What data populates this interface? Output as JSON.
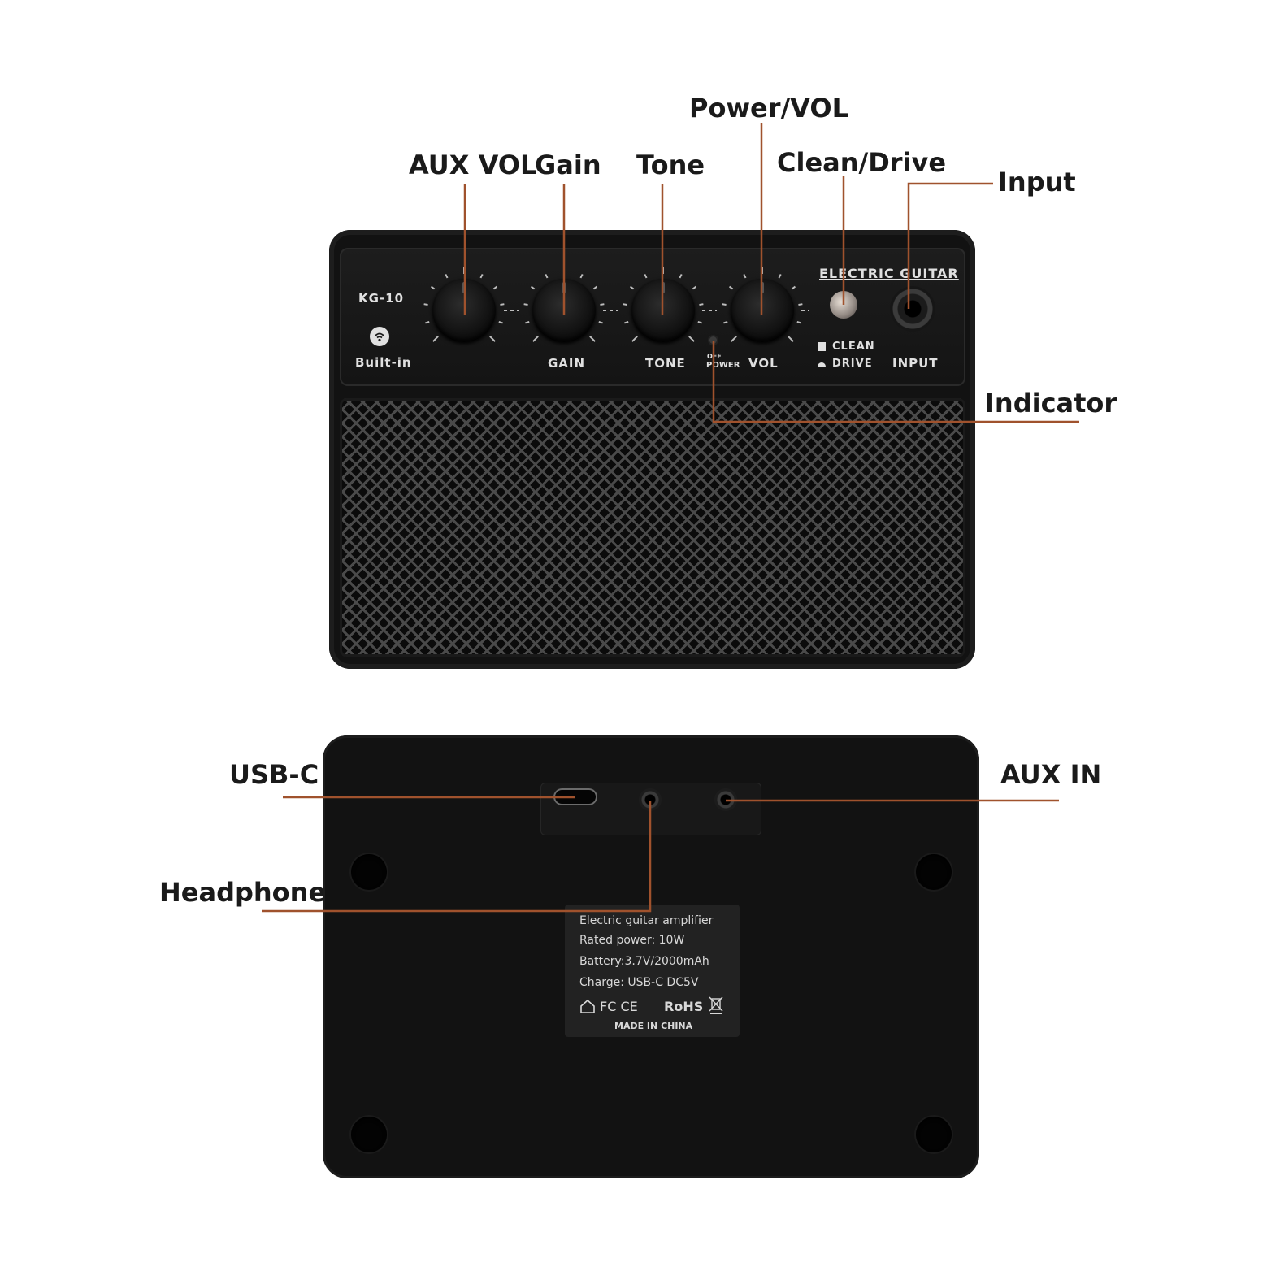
{
  "callouts": {
    "power_vol": "Power/VOL",
    "aux_vol": "AUX VOL",
    "gain": "Gain",
    "tone": "Tone",
    "clean_drive": "Clean/Drive",
    "input": "Input",
    "indicator": "Indicator",
    "usb_c": "USB-C",
    "aux_in": "AUX IN",
    "headphone": "Headphone"
  },
  "panel": {
    "model": "KG-10",
    "builtin": "Built-in",
    "gain": "GAIN",
    "tone": "TONE",
    "off": "OFF",
    "power": "POWER",
    "vol": "VOL",
    "brand": "ELECTRIC GUITAR",
    "clean": "CLEAN",
    "drive": "DRIVE",
    "input": "INPUT"
  },
  "back_label": {
    "line1": "Electric guitar amplifier",
    "line2": "Rated power: 10W",
    "line3": "Battery:3.7V/2000mAh",
    "line4": "Charge: USB-C DC5V",
    "certs": "FC CE",
    "rohs": "RoHS",
    "made_in": "MADE IN CHINA"
  },
  "colors": {
    "leader_line": "#a0522d",
    "amp_body": "#121212",
    "panel_text": "#e0e0e0"
  }
}
